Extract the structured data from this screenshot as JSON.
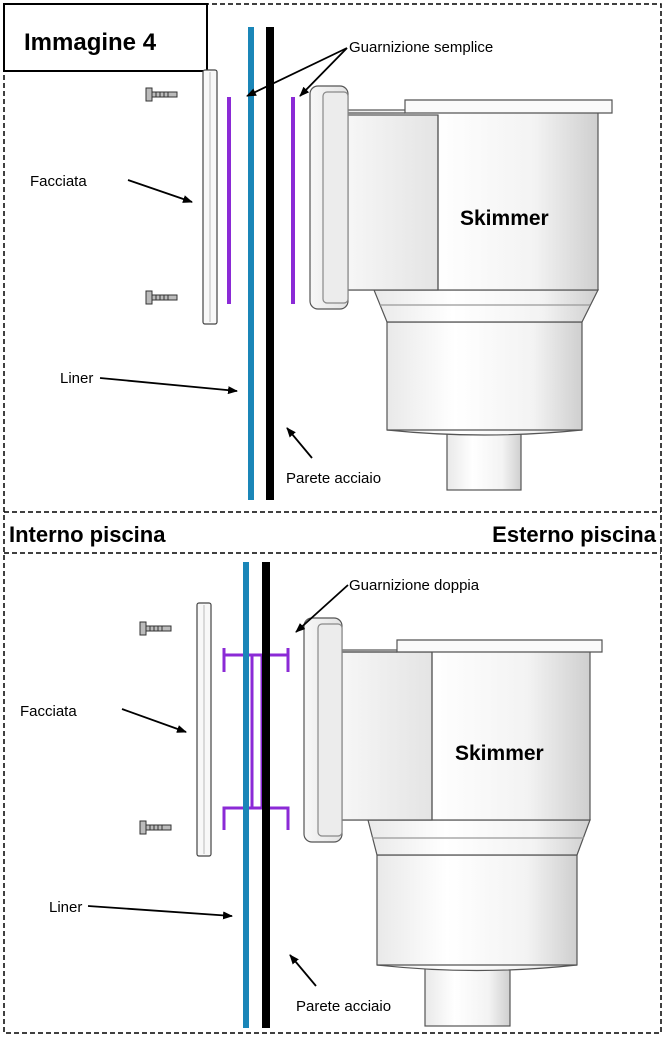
{
  "title": "Immagine 4",
  "top_panel": {
    "gasket_label": "Guarnizione semplice",
    "faceplate_label": "Facciata",
    "skimmer_label": "Skimmer",
    "liner_label": "Liner",
    "wall_label": "Parete acciaio"
  },
  "divider": {
    "left_label": "Interno piscina",
    "right_label": "Esterno piscina"
  },
  "bottom_panel": {
    "gasket_label": "Guarnizione doppia",
    "faceplate_label": "Facciata",
    "skimmer_label": "Skimmer",
    "liner_label": "Liner",
    "wall_label": "Parete acciaio"
  },
  "colors": {
    "liner": "#1a86b8",
    "wall": "#000000",
    "gasket": "#8b2ad6",
    "skimmer_body": "#f4f4f4",
    "outline": "#555555"
  }
}
